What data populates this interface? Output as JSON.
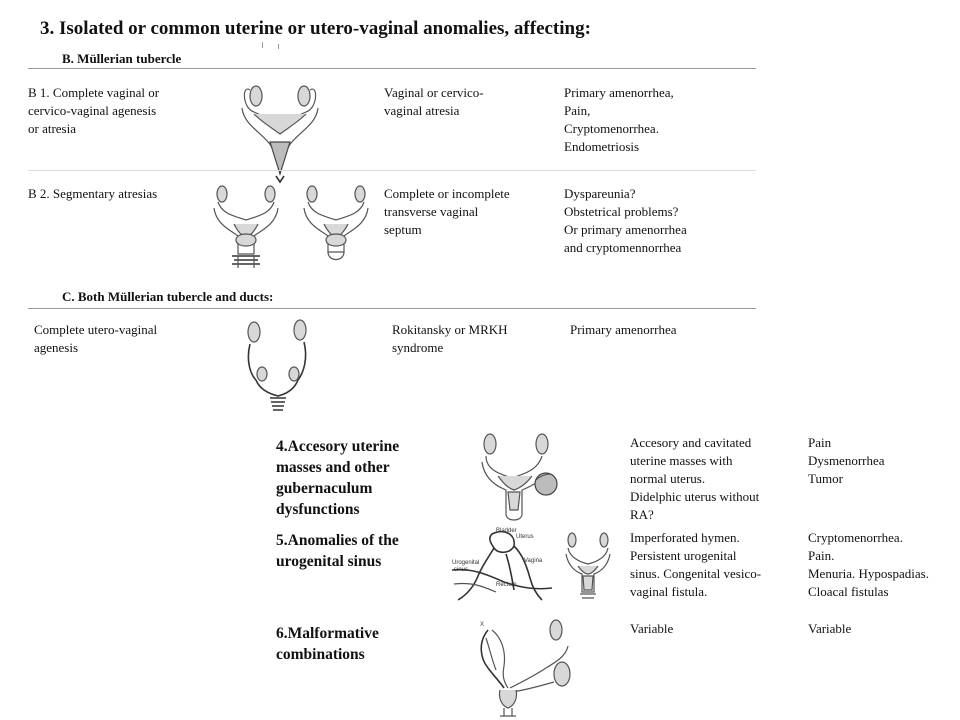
{
  "title": "3. Isolated or common uterine or utero-vaginal anomalies, affecting:",
  "section_b": {
    "heading": "B.   Müllerian tubercle",
    "rows": [
      {
        "name": "B 1. Complete vaginal or\ncervico-vaginal agenesis\nor atresia",
        "description": "Vaginal or cervico-\nvaginal atresia",
        "symptoms": "Primary amenorrhea,\nPain,\nCryptomenorrhea.\nEndometriosis"
      },
      {
        "name": "B 2. Segmentary atresias",
        "description": "Complete or incomplete\ntransverse vaginal\nseptum",
        "symptoms": "Dyspareunia?\nObstetrical problems?\nOr primary amenorrhea\nand cryptomennorrhea"
      }
    ]
  },
  "section_c": {
    "heading": "C.   Both Müllerian tubercle and ducts:",
    "row": {
      "name": "Complete utero-vaginal\nagenesis",
      "description": "Rokitansky or MRKH\nsyndrome",
      "symptoms": "Primary amenorrhea"
    }
  },
  "section_4": {
    "number": "4.",
    "title": "Accesory uterine\nmasses and other\ngubernaculum\ndysfunctions",
    "description": "Accesory and cavitated\nuterine masses with\nnormal uterus.\nDidelphic uterus without\nRA?",
    "symptoms": "Pain\nDysmenorrhea\nTumor"
  },
  "section_5": {
    "number": "5.",
    "title": "Anomalies of the\nurogenital sinus",
    "description": "Imperforated hymen.\nPersistent urogenital\nsinus. Congenital vesico-\nvaginal fistula.",
    "symptoms": "Cryptomenorrhea.\nPain.\nMenuria. Hypospadias.\nCloacal fistulas",
    "figure_labels": {
      "bladder": "Bladder",
      "uterus": "Uterus",
      "urogenital_sinus": "Urogenital\nsinus",
      "vagina": "Vagina",
      "rectum": "Rectum"
    }
  },
  "section_6": {
    "number": "6.",
    "title": "Malformative\ncombinations",
    "description": "Variable",
    "symptoms": "Variable",
    "figure_label": "X"
  }
}
